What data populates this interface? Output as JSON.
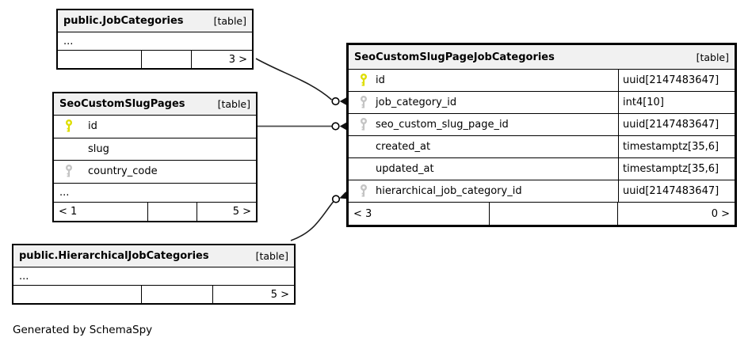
{
  "diagram": {
    "generated_by": "Generated by SchemaSpy",
    "colors": {
      "primary_key": "#dede00",
      "foreign_key": "#c4c4c4",
      "header_bg": "#f1f1f1",
      "border": "#000000",
      "edge": "#1c1c1c"
    },
    "tables": [
      {
        "title": "public.JobCategories",
        "badge": "[table]",
        "ellipsis": "...",
        "footer": {
          "left": "",
          "middle": "",
          "right": "3 >"
        }
      },
      {
        "title": "SeoCustomSlugPages",
        "badge": "[table]",
        "columns": [
          {
            "name": "id",
            "key": "primary"
          },
          {
            "name": "slug",
            "key": "none"
          },
          {
            "name": "country_code",
            "key": "foreign"
          }
        ],
        "ellipsis": "...",
        "footer": {
          "left": "< 1",
          "middle": "",
          "right": "5 >"
        }
      },
      {
        "title": "public.HierarchicalJobCategories",
        "badge": "[table]",
        "ellipsis": "...",
        "footer": {
          "left": "",
          "middle": "",
          "right": "5 >"
        }
      },
      {
        "title": "SeoCustomSlugPageJobCategories",
        "badge": "[table]",
        "columns": [
          {
            "name": "id",
            "type": "uuid[2147483647]",
            "key": "primary"
          },
          {
            "name": "job_category_id",
            "type": "int4[10]",
            "key": "foreign"
          },
          {
            "name": "seo_custom_slug_page_id",
            "type": "uuid[2147483647]",
            "key": "foreign"
          },
          {
            "name": "created_at",
            "type": "timestamptz[35,6]",
            "key": "none"
          },
          {
            "name": "updated_at",
            "type": "timestamptz[35,6]",
            "key": "none"
          },
          {
            "name": "hierarchical_job_category_id",
            "type": "uuid[2147483647]",
            "key": "foreign"
          }
        ],
        "footer": {
          "left": "< 3",
          "middle": "",
          "right": "0 >"
        }
      }
    ]
  }
}
